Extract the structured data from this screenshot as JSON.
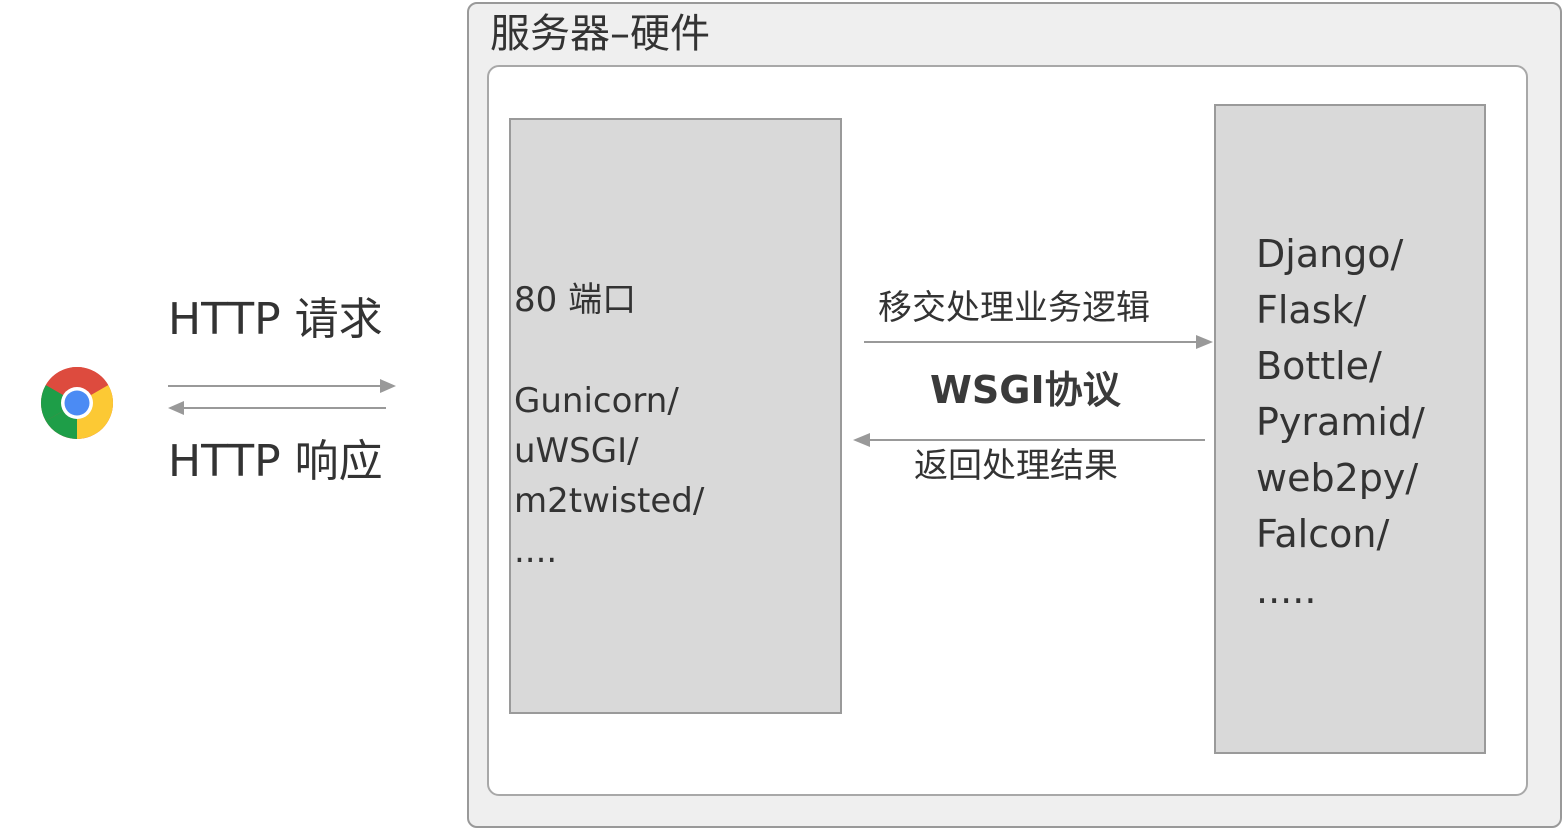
{
  "client": {
    "icon": "chrome-browser-icon",
    "request_label": "HTTP 请求",
    "response_label": "HTTP 响应"
  },
  "server": {
    "title": "服务器–硬件",
    "wsgi_server": {
      "port_label": "80 端口",
      "items": [
        "Gunicorn/",
        "uWSGI/",
        "m2twisted/",
        "...."
      ]
    },
    "framework": {
      "items": [
        "Django/",
        "Flask/",
        "Bottle/",
        "Pyramid/",
        "web2py/",
        "Falcon/",
        "....."
      ]
    },
    "forward_label": "移交处理业务逻辑",
    "protocol_label": "WSGI协议",
    "return_label": "返回处理结果"
  },
  "colors": {
    "box_fill": "#d9d9d9",
    "outer_fill": "#efefef",
    "arrow": "#999999",
    "text": "#333333"
  }
}
